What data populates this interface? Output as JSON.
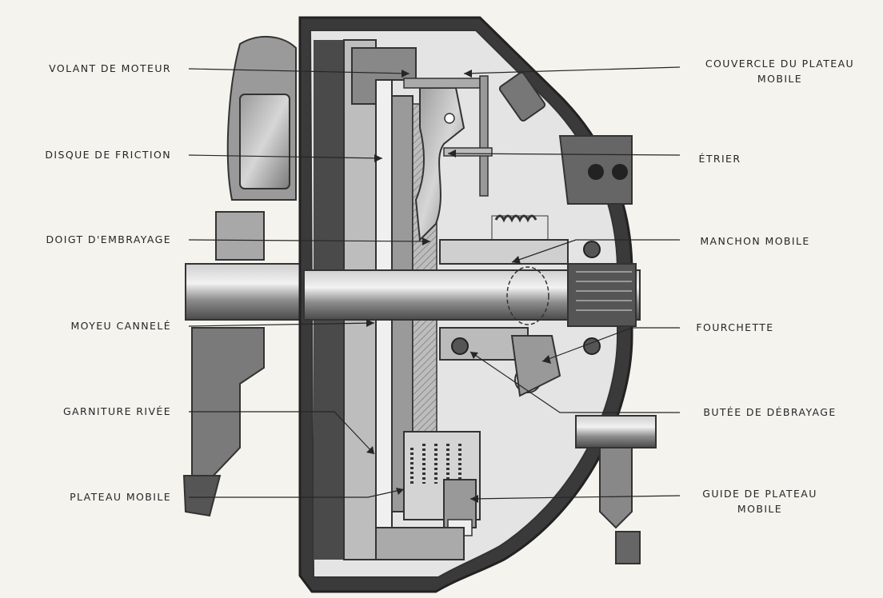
{
  "colors": {
    "paper": "#f4f3ee",
    "ink": "#262626",
    "metal_dark": "#333333",
    "metal_mid": "#7a7a7a",
    "metal_light": "#bdbdbd",
    "metal_pale": "#dedede"
  },
  "labels_left": [
    {
      "id": "volant-de-moteur",
      "lines": [
        "VOLANT DE MOTEUR"
      ]
    },
    {
      "id": "disque-de-friction",
      "lines": [
        "DISQUE DE FRICTION"
      ]
    },
    {
      "id": "doigt-d-embrayage",
      "lines": [
        "DOIGT D'EMBRAYAGE"
      ]
    },
    {
      "id": "moyeu-cannele",
      "lines": [
        "MOYEU CANNELÉ"
      ]
    },
    {
      "id": "garniture-rivee",
      "lines": [
        "GARNITURE RIVÉE"
      ]
    },
    {
      "id": "plateau-mobile",
      "lines": [
        "PLATEAU MOBILE"
      ]
    }
  ],
  "labels_right": [
    {
      "id": "couvercle-du-plateau-mobile",
      "lines": [
        "COUVERCLE DU PLATEAU",
        "MOBILE"
      ]
    },
    {
      "id": "etrier",
      "lines": [
        "ÉTRIER"
      ]
    },
    {
      "id": "manchon-mobile",
      "lines": [
        "MANCHON MOBILE"
      ]
    },
    {
      "id": "fourchette",
      "lines": [
        "FOURCHETTE"
      ]
    },
    {
      "id": "butee-de-debrayage",
      "lines": [
        "BUTÉE DE DÉBRAYAGE"
      ]
    },
    {
      "id": "guide-de-plateau-mobile",
      "lines": [
        "GUIDE DE PLATEAU",
        "MOBILE"
      ]
    }
  ]
}
